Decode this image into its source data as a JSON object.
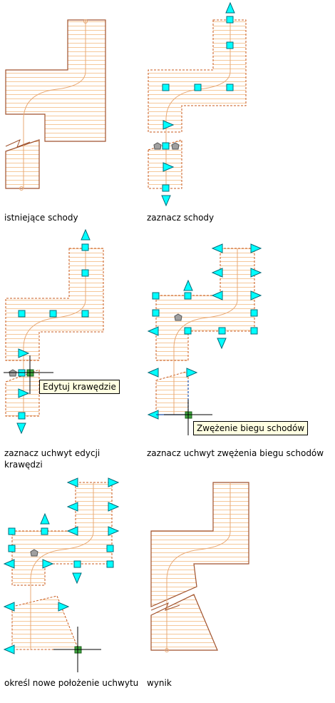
{
  "captions": {
    "existing": "istniejące schody",
    "select_stairs": "zaznacz schody",
    "select_edge_grip_line1": "zaznacz uchwyt edycji",
    "select_edge_grip_line2": "krawędzi",
    "select_taper_grip": "zaznacz uchwyt zwężenia biegu schodów",
    "specify_new_location": "określ nowe położenie uchwytu",
    "result": "wynik"
  },
  "tooltips": {
    "edit_edges": "Edytuj krawędzie",
    "taper_flight": "Zwężenie biegu schodów"
  },
  "colors": {
    "outline": "#a0522d",
    "tread": "#f5c89a",
    "path": "#e8a874",
    "grip": "#00ffff",
    "grip_stroke": "#006b7a",
    "active_grip": "#3fa63f",
    "pivot": "#a0a0a0",
    "tooltip_bg": "#ffffe1",
    "crosshair": "#000000"
  }
}
